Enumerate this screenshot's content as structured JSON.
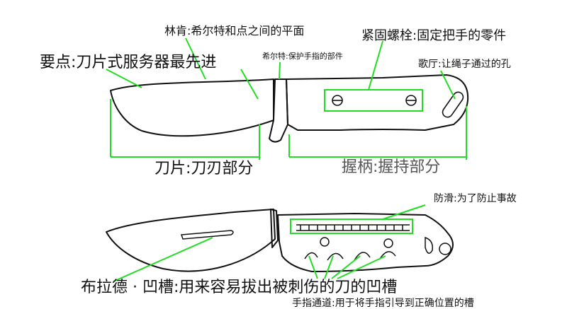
{
  "colors": {
    "leader": "#22dd22",
    "outline": "#111111",
    "handle_label": "#555555"
  },
  "labels": {
    "top_edge": "林肯:希尔特和点之间的平面",
    "point": "要点:刀片式服务器最先进",
    "guard": "希尔特:保护手指的部件",
    "screws": "紧固螺栓:固定把手的零件",
    "lanyard_hole": "歌厅:让绳子通过的孔",
    "blade": "刀片:刀刃部分",
    "handle": "握柄:握持部分",
    "grip": "防滑:为了防止事故",
    "fuller": "布拉德 · 凹槽:用来容易拔出被刺伤的刀的凹槽",
    "finger_grooves": "手指通道:用于将手指引导到正确位置的槽"
  }
}
